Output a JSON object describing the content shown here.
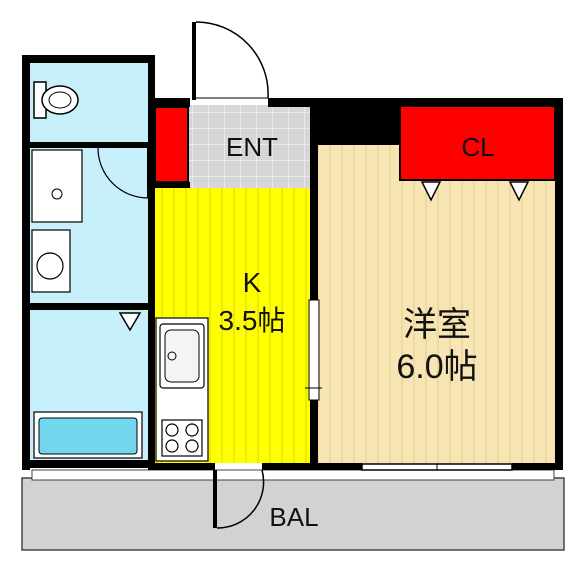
{
  "labels": {
    "entrance": "ENT",
    "closet": "CL",
    "kitchen_name": "K",
    "kitchen_size": "3.5帖",
    "western_room_name": "洋室",
    "western_room_size": "6.0帖",
    "balcony": "BAL"
  },
  "colors": {
    "wall": "#000000",
    "water_area": "#c8f0fa",
    "kitchen_floor": "#ffff00",
    "room_floor": "#f7e6b4",
    "closet": "#ff0000",
    "entrance_tile": "#d6d6d6",
    "balcony": "#d2d2d2",
    "bathtub": "#72d7ec"
  }
}
